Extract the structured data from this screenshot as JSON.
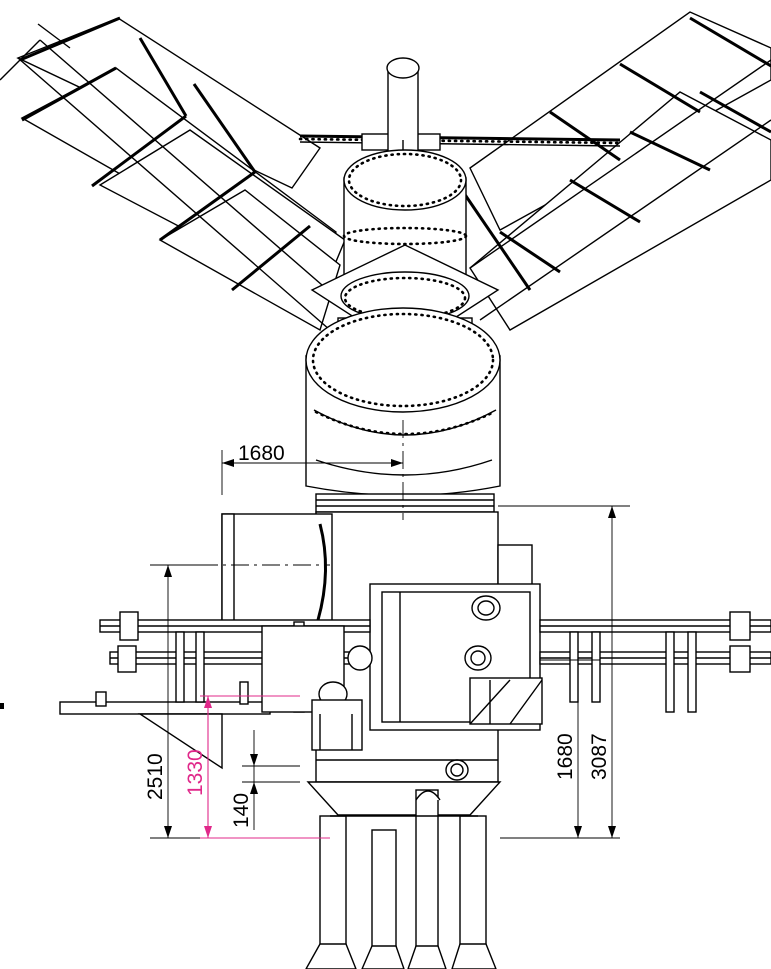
{
  "dimensions": {
    "d1680_top": "1680",
    "d2510": "2510",
    "d1330": "1330",
    "d140": "140",
    "d1680_side": "1680",
    "d3087": "3087"
  },
  "colors": {
    "line": "#000000",
    "highlight": "#e0288a",
    "background": "#ffffff"
  }
}
